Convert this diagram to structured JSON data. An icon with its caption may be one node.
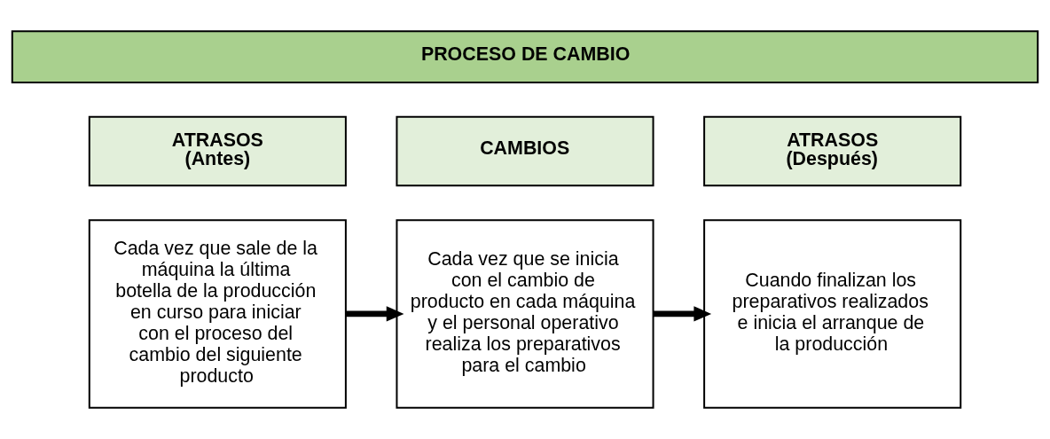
{
  "diagram": {
    "nodes": [
      {
        "text": [
          "PROCESO DE CAMBIO"
        ]
      },
      {
        "text": [
          "ATRASOS (Antes)"
        ]
      },
      {
        "text": [
          "CAMBIOS"
        ]
      },
      {
        "text": [
          "ATRASOS (Después)"
        ]
      },
      {
        "text": [
          "Cada vez que sale de la máquina la última botella de la producción en curso para iniciar con el proceso del cambio del siguiente producto"
        ]
      },
      {
        "text": [
          "Cada vez que se inicia con el cambio de producto en cada máquina y el personal operativo realiza los preparativos para el cambio"
        ]
      },
      {
        "text": [
          "Cuando finalizan los preparativos realizados e inicia el arranque de la producción"
        ]
      }
    ],
    "edges": [
      {
        "from": 4,
        "to": 5,
        "arrow": "to"
      },
      {
        "from": 5,
        "to": 6,
        "arrow": "to"
      }
    ]
  }
}
